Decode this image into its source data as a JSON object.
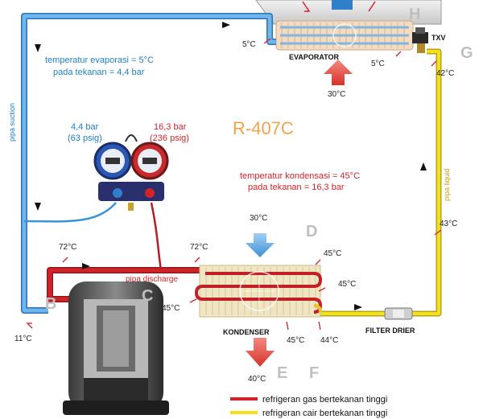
{
  "refrigerant": "R-407C",
  "evaporator": {
    "label": "EVAPORATOR",
    "temp_left": "5°C",
    "temp_right": "5°C",
    "air_temp": "30°C"
  },
  "txv": {
    "label": "TXV",
    "temp": "42°C"
  },
  "condenser": {
    "label": "KONDENSER",
    "air_in": "30°C",
    "air_out": "40°C",
    "temp_in": "72°C",
    "temp_top": "45°C",
    "temp_mid": "45°C",
    "temp_left": "45°C",
    "temp_out_e": "45°C",
    "temp_out_f": "44°C"
  },
  "compressor": {
    "temp_discharge": "72°C",
    "temp_suction": "11°C"
  },
  "liquid_line": {
    "temp": "43°C",
    "label": "pipa liquid"
  },
  "pipes": {
    "suction": "pipa suction",
    "discharge": "pipa discharge"
  },
  "filter": {
    "label": "FILTER DRIER"
  },
  "gauges": {
    "low_bar": "4,4 bar",
    "low_psig": "(63 psig)",
    "high_bar": "16,3 bar",
    "high_psig": "(236 psig)"
  },
  "notes": {
    "evap_line1": "temperatur evaporasi = 5°C",
    "evap_line2": "pada tekanan = 4,4 bar",
    "cond_line1": "temperatur kondensasi = 45°C",
    "cond_line2": "pada tekanan = 16,3 bar"
  },
  "points": [
    "B",
    "C",
    "D",
    "E",
    "F",
    "G",
    "H"
  ],
  "legend": [
    {
      "text": "refrigeran gas bertekanan tinggi",
      "color": "#d2232a"
    },
    {
      "text": "refrigeran cair bertekanan tinggi",
      "color": "#f2e21a"
    }
  ],
  "colors": {
    "suction": "#5aa9dd",
    "discharge": "#d2232a",
    "liquid": "#f2e21a",
    "arrow_hot": "#e04a3a",
    "arrow_cold": "#3f8fd6"
  }
}
